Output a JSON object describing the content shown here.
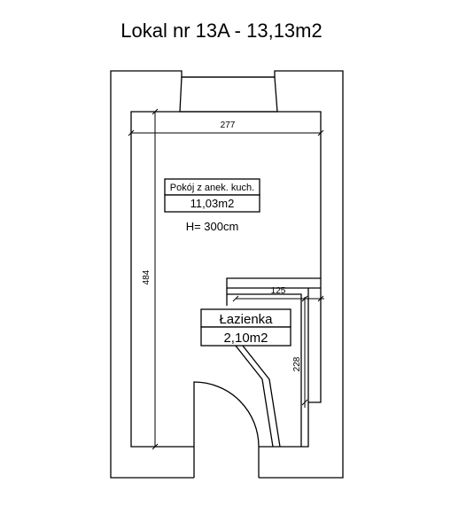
{
  "title": "Lokal nr 13A - 13,13m2",
  "rooms": {
    "main": {
      "name": "Pokój z anek. kuch.",
      "area": "11,03m2",
      "height": "H= 300cm"
    },
    "bathroom": {
      "name": "Łazienka",
      "area": "2,10m2"
    }
  },
  "dimensions": {
    "width_main": "277",
    "height_main": "484",
    "width_bathroom": "125",
    "height_bathroom": "228"
  },
  "colors": {
    "line": "#000000",
    "background": "#ffffff"
  }
}
